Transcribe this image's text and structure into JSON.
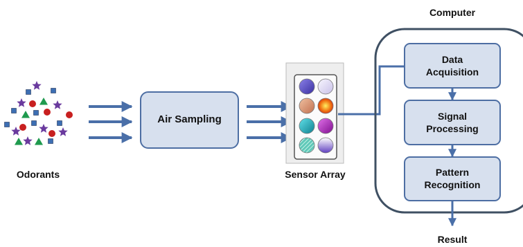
{
  "labels": {
    "odorants": "Odorants",
    "air_sampling": "Air Sampling",
    "sensor_array": "Sensor Array",
    "computer": "Computer",
    "data_acquisition_1": "Data",
    "data_acquisition_2": "Acquisition",
    "signal_processing_1": "Signal",
    "signal_processing_2": "Processing",
    "pattern_recognition_1": "Pattern",
    "pattern_recognition_2": "Recognition",
    "result": "Result"
  },
  "colors": {
    "box_fill": "#d7e0ee",
    "box_stroke": "#4d6ea3",
    "arrow": "#4a6fa8",
    "computer_outline": "#3f5063",
    "star": "#6a3a9e",
    "square": "#3d6fb3",
    "circle": "#c82020",
    "triangle": "#1f9a4e"
  },
  "sensor_array": {
    "spot_colors": [
      "#5a50c8",
      "#e8e6f6",
      "#e0a080",
      "#f2a020",
      "#1fa8b8",
      "#b030b8",
      "#30b0a0",
      "#8060c8"
    ]
  }
}
